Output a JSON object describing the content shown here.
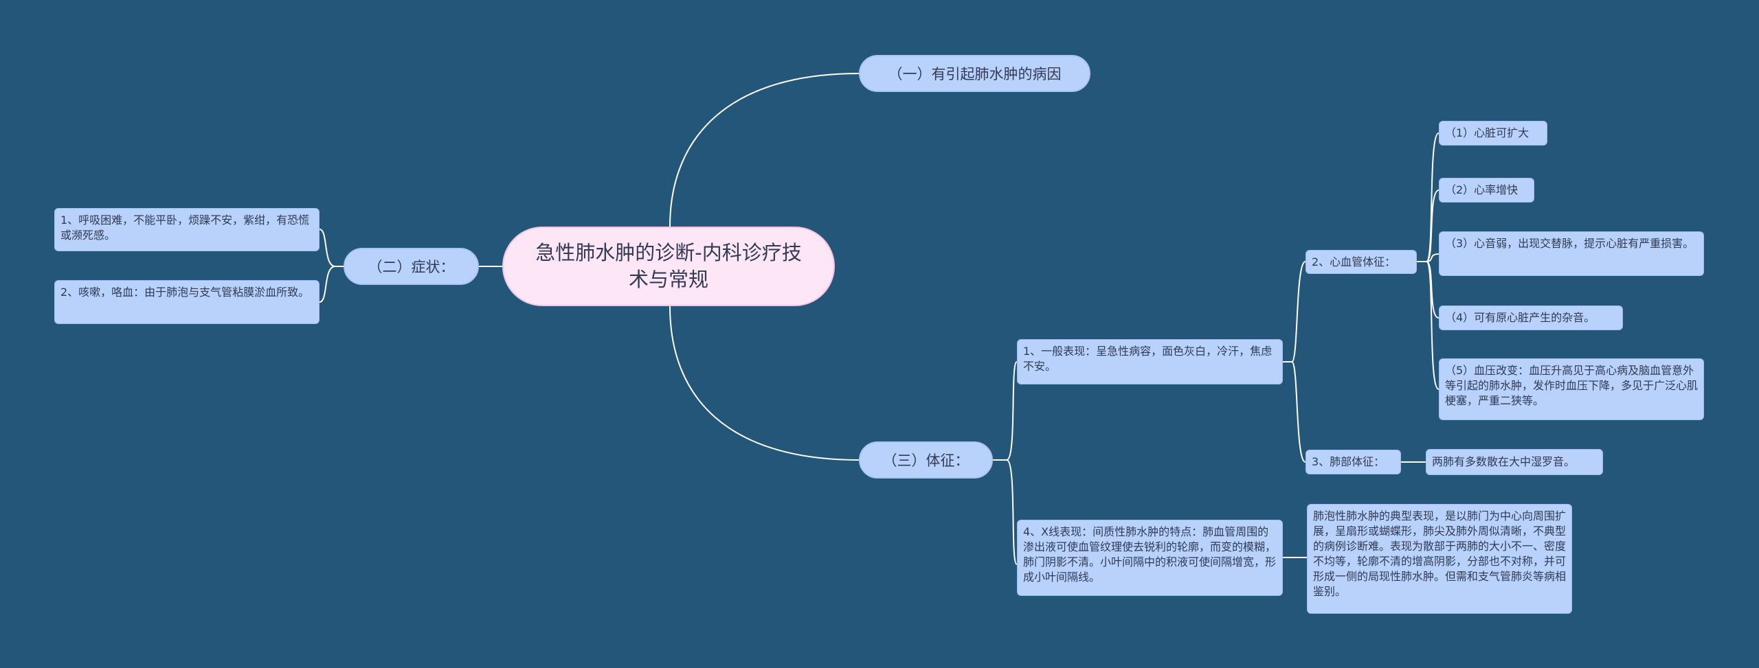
{
  "root": {
    "title": "急性肺水肿的诊断-内科诊疗技术与常规"
  },
  "branch1": {
    "label": "（一）有引起肺水肿的病因"
  },
  "branch2": {
    "label": "（二）症状：",
    "items": [
      "1、呼吸困难，不能平卧，烦躁不安，紫绀，有恐慌或濒死感。",
      "2、咳嗽，咯血：由于肺泡与支气管粘膜淤血所致。"
    ]
  },
  "branch3": {
    "label": "（三）体征：",
    "general": "1、一般表现：呈急性病容，面色灰白，冷汗，焦虑不安。",
    "cardio": {
      "label": "2、心血管体征：",
      "items": [
        "（1）心脏可扩大",
        "（2）心率增快",
        "（3）心音弱，出现交替脉，提示心脏有严重损害。",
        "（4）可有原心脏产生的杂音。",
        "（5）血压改变：血压升高见于高心病及脑血管意外等引起的肺水肿，发作时血压下降，多见于广泛心肌梗塞，严重二狭等。"
      ]
    },
    "lung": {
      "label": "3、肺部体征：",
      "detail": "两肺有多数散在大中湿罗音。"
    },
    "xray": {
      "label": "4、X线表现：间质性肺水肿的特点：肺血管周围的渗出液可使血管纹理使去锐利的轮廓，而变的模糊，肺门阴影不清。小叶间隔中的积液可使间隔增宽，形成小叶间隔线。",
      "detail": "肺泡性肺水肿的典型表现，是以肺门为中心向周围扩展，呈扇形或蝴蝶形，肺尖及肺外周似清晰，不典型的病例诊断难。表现为散部于两肺的大小不一、密度不均等，轮廓不清的增高阴影，分部也不对称，并可形成一侧的局现性肺水肿。但需和支气管肺炎等病相鉴别。"
    }
  },
  "colors": {
    "background": "#235679",
    "root_fill": "#fde7f6",
    "node_fill": "#b9d2fb",
    "connector": "#ffffff"
  }
}
